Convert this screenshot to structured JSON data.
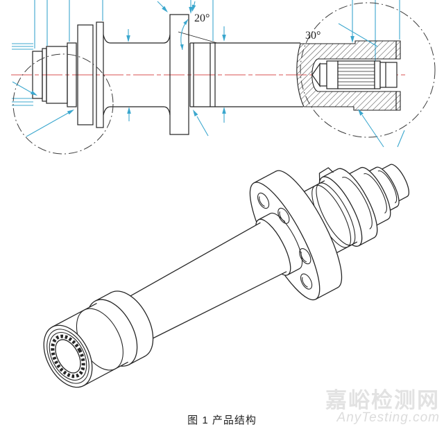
{
  "figure": {
    "caption": "图 1 产品结构"
  },
  "annotations": {
    "flange_angle": "20°",
    "chamfer_angle": "30°"
  },
  "watermark": {
    "site_name": "嘉峪检测网",
    "site_url": "AnyTesting.com"
  },
  "colors": {
    "outline": "#222222",
    "dimension_cyan": "#3BA7CE",
    "centerline_red": "#D85050",
    "watermark_gray": "#E2E2E2",
    "background": "#FFFFFF"
  }
}
